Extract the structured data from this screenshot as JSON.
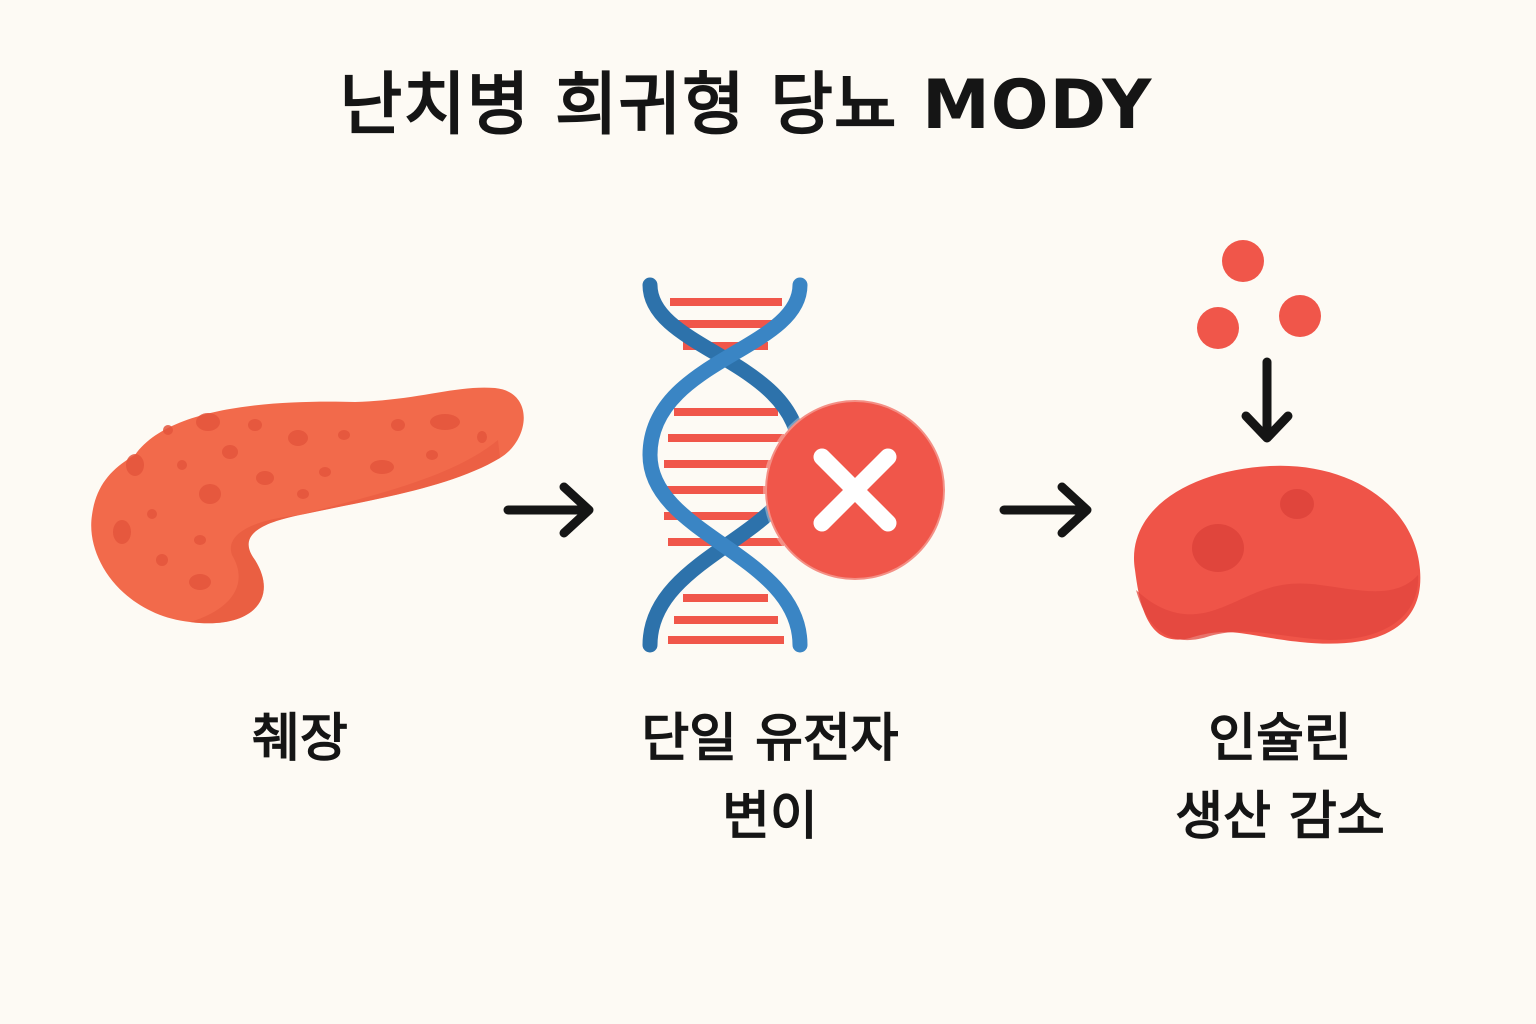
{
  "title": "난치병 희귀형 당뇨 MODY",
  "steps": [
    {
      "label_lines": [
        "췌장"
      ],
      "icon": "pancreas-icon"
    },
    {
      "label_lines": [
        "단일 유전자",
        "변이"
      ],
      "icon": "dna-mutation-icon"
    },
    {
      "label_lines": [
        "인슐린",
        "생산 감소"
      ],
      "icon": "beta-cell-icon"
    }
  ],
  "connectors": [
    "arrow-right-icon",
    "arrow-right-icon"
  ],
  "colors": {
    "background": "#fdfaf4",
    "pancreas": "#f26a4b",
    "pancreas_spots": "#e4553c",
    "dna_strand": "#3a7fbf",
    "dna_rungs": "#f0564a",
    "error_badge": "#f0564a",
    "cell": "#ef5448",
    "insulin_dots": "#f0564a",
    "arrow": "#151515"
  }
}
